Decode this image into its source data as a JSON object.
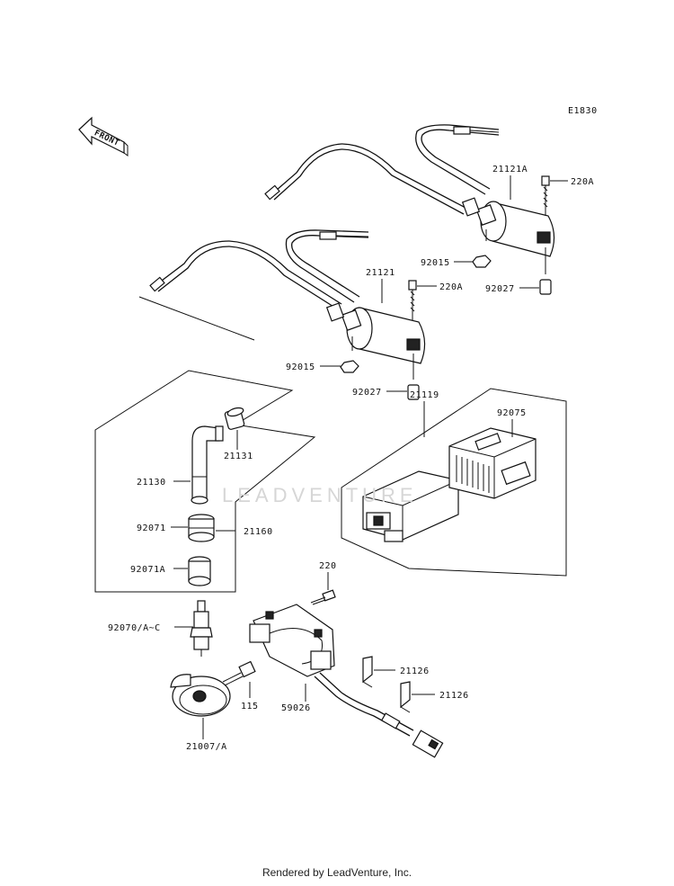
{
  "diagram_code": "E1830",
  "front_label": "FRONT",
  "watermark": "LEADVENTURE",
  "footer": "Rendered by LeadVenture, Inc.",
  "labels": {
    "p21121A": "21121A",
    "p220A_top": "220A",
    "p92015_top": "92015",
    "p92027_top": "92027",
    "p21121": "21121",
    "p220A_mid": "220A",
    "p92015_mid": "92015",
    "p92027_mid": "92027",
    "p21119": "21119",
    "p92075": "92075",
    "p21131": "21131",
    "p21130": "21130",
    "p92071": "92071",
    "p21160": "21160",
    "p92071A": "92071A",
    "p220": "220",
    "p92070": "92070/A~C",
    "p21126_a": "21126",
    "p21126_b": "21126",
    "p115": "115",
    "p59026": "59026",
    "p21007": "21007/A"
  }
}
